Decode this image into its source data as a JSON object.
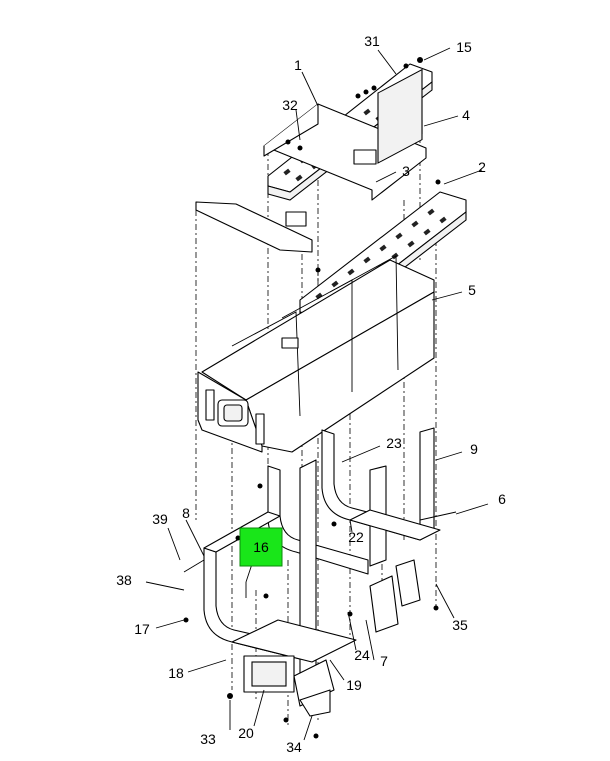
{
  "diagram": {
    "callouts": [
      {
        "id": "c1",
        "label": "1"
      },
      {
        "id": "c2",
        "label": "2"
      },
      {
        "id": "c3",
        "label": "3"
      },
      {
        "id": "c4",
        "label": "4"
      },
      {
        "id": "c5",
        "label": "5"
      },
      {
        "id": "c6",
        "label": "6"
      },
      {
        "id": "c7",
        "label": "7"
      },
      {
        "id": "c8",
        "label": "8"
      },
      {
        "id": "c9",
        "label": "9"
      },
      {
        "id": "c15",
        "label": "15"
      },
      {
        "id": "c17",
        "label": "17"
      },
      {
        "id": "c18",
        "label": "18"
      },
      {
        "id": "c19",
        "label": "19"
      },
      {
        "id": "c20",
        "label": "20"
      },
      {
        "id": "c22",
        "label": "22"
      },
      {
        "id": "c23",
        "label": "23"
      },
      {
        "id": "c24",
        "label": "24"
      },
      {
        "id": "c31",
        "label": "31"
      },
      {
        "id": "c32",
        "label": "32"
      },
      {
        "id": "c33",
        "label": "33"
      },
      {
        "id": "c34",
        "label": "34"
      },
      {
        "id": "c35",
        "label": "35"
      },
      {
        "id": "c38",
        "label": "38"
      },
      {
        "id": "c39",
        "label": "39"
      }
    ],
    "highlighted": {
      "label": "16",
      "color": "#19e619"
    }
  }
}
